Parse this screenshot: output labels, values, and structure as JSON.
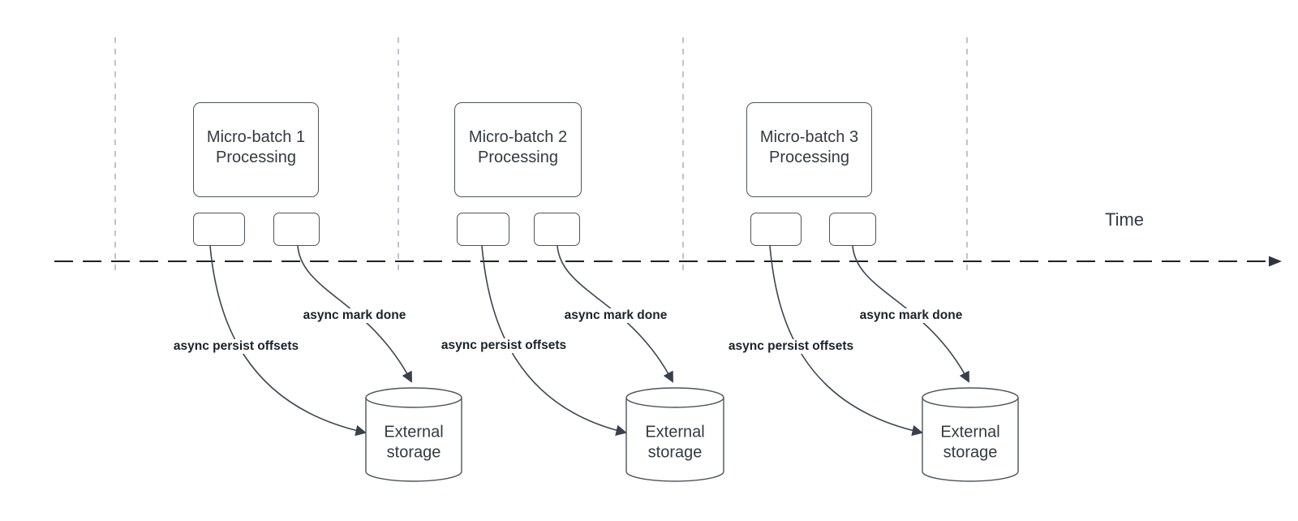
{
  "timeline": {
    "label": "Time"
  },
  "groups": [
    {
      "batch_label": "Micro-batch 1",
      "process_label": "Processing",
      "persist_arrow_label": "async persist offsets",
      "mark_arrow_label": "async mark done",
      "storage_line1": "External",
      "storage_line2": "storage"
    },
    {
      "batch_label": "Micro-batch 2",
      "process_label": "Processing",
      "persist_arrow_label": "async persist offsets",
      "mark_arrow_label": "async mark done",
      "storage_line1": "External",
      "storage_line2": "storage"
    },
    {
      "batch_label": "Micro-batch 3",
      "process_label": "Processing",
      "persist_arrow_label": "async persist offsets",
      "mark_arrow_label": "async mark done",
      "storage_line1": "External",
      "storage_line2": "storage"
    }
  ],
  "colors": {
    "background": "#ffffff",
    "box_border": "#4d545c",
    "box_text": "#343a42",
    "arrow_stroke": "#3e4653",
    "arrowhead_fill": "#39404d",
    "arrow_label_text": "#1b222b",
    "time_axis_stroke": "#1f1f1f",
    "gridline": "#b1b5bb"
  }
}
